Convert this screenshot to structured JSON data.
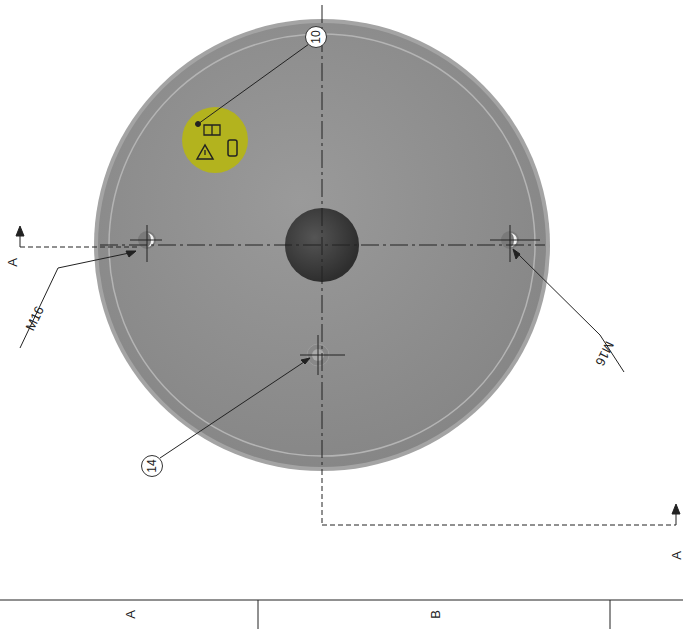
{
  "diagram": {
    "nodes": [
      {
        "text": [
          "10"
        ]
      },
      {
        "text": [
          "14"
        ]
      }
    ],
    "labels": [
      "A",
      "M16",
      "M16",
      "A",
      "A",
      "B"
    ]
  }
}
